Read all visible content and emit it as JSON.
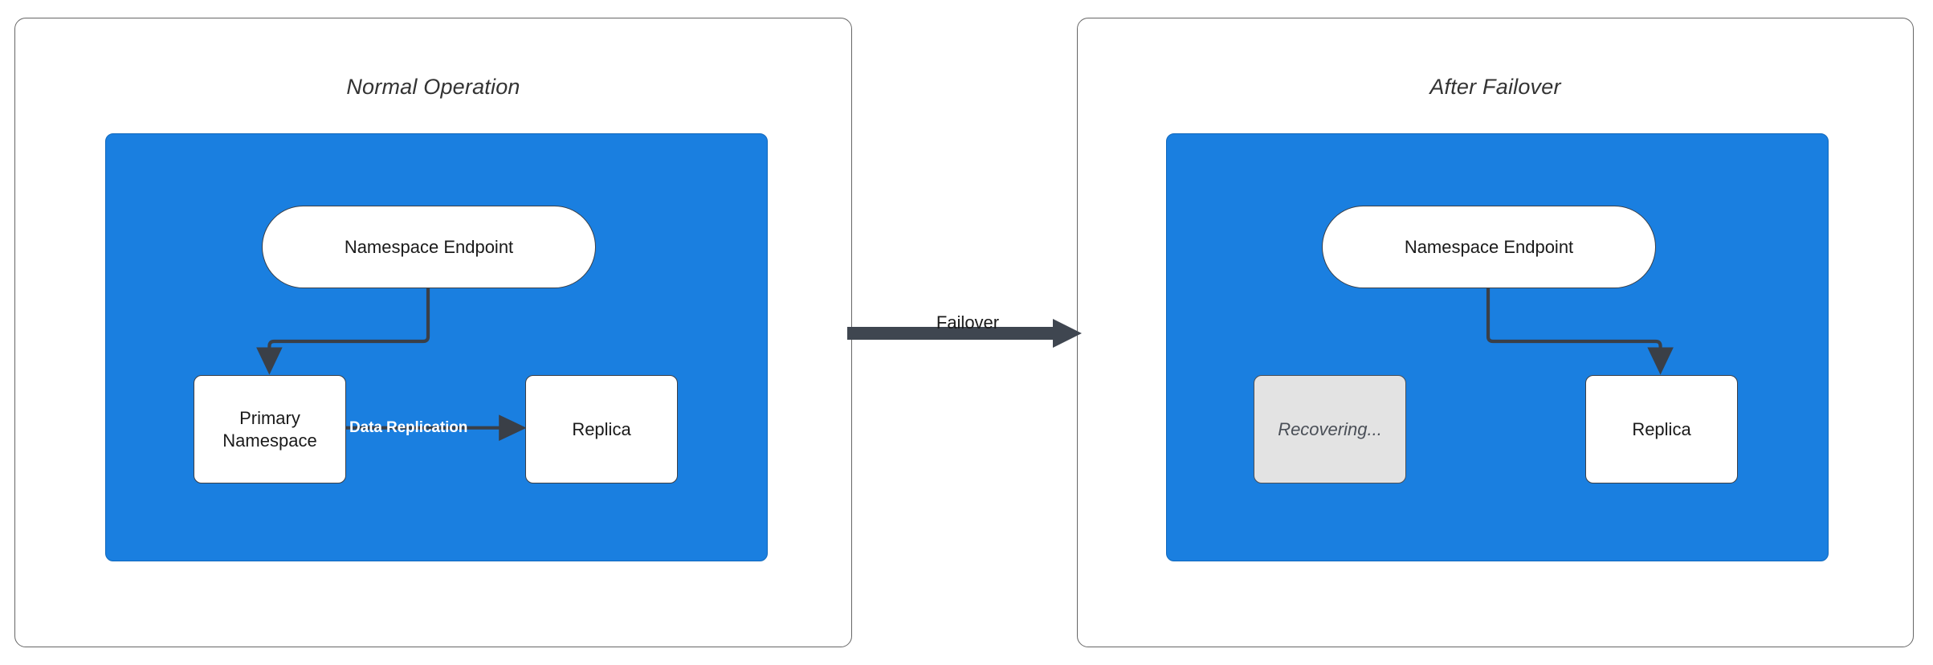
{
  "diagram": {
    "title_left": "Normal Operation",
    "title_right": "After Failover",
    "transition_label": "Failover",
    "colors": {
      "region_blue": "#1a7fe0",
      "node_white": "#ffffff",
      "node_disabled_gray": "#e3e3e3",
      "stroke_dark": "#3a3f47",
      "panel_border": "#666666",
      "edge_label_white": "#ffffff",
      "title_text": "#333333"
    },
    "left_panel": {
      "title": "Normal Operation",
      "nodes": [
        {
          "id": "endpoint",
          "label": "Namespace Endpoint",
          "shape": "pill",
          "state": "active"
        },
        {
          "id": "primary",
          "label": "Primary\nNamespace",
          "line1": "Primary",
          "line2": "Namespace",
          "shape": "rect",
          "state": "active"
        },
        {
          "id": "replica",
          "label": "Replica",
          "shape": "rect",
          "state": "active"
        }
      ],
      "edges": [
        {
          "from": "endpoint",
          "to": "primary",
          "label": "",
          "style": "elbow-arrow"
        },
        {
          "from": "primary",
          "to": "replica",
          "label": "Data Replication",
          "style": "straight-arrow"
        }
      ]
    },
    "right_panel": {
      "title": "After Failover",
      "nodes": [
        {
          "id": "endpoint",
          "label": "Namespace Endpoint",
          "shape": "pill",
          "state": "active"
        },
        {
          "id": "recovering",
          "label": "Recovering...",
          "shape": "rect",
          "state": "disabled"
        },
        {
          "id": "replica",
          "label": "Replica",
          "shape": "rect",
          "state": "active"
        }
      ],
      "edges": [
        {
          "from": "endpoint",
          "to": "replica",
          "label": "",
          "style": "elbow-arrow"
        }
      ]
    }
  }
}
